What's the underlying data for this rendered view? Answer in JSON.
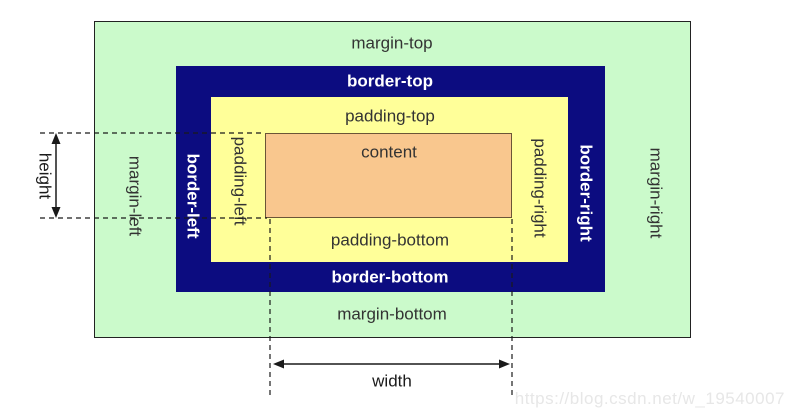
{
  "colors": {
    "margin_bg": "#cbfacb",
    "border_bg": "#0c0c80",
    "padding_bg": "#ffff99",
    "content_bg": "#f9c78e",
    "outline": "#222222",
    "content_outline": "#6b5537",
    "label_dark": "#333333",
    "label_light": "#ffffff",
    "measure": "#1a1a1a",
    "watermark": "#e7e7e7"
  },
  "diagram": {
    "margin": {
      "top_label": "margin-top",
      "bottom_label": "margin-bottom",
      "left_label": "margin-left",
      "right_label": "margin-right"
    },
    "border": {
      "top_label": "border-top",
      "bottom_label": "border-bottom",
      "left_label": "border-left",
      "right_label": "border-right"
    },
    "padding": {
      "top_label": "padding-top",
      "bottom_label": "padding-bottom",
      "left_label": "padding-left",
      "right_label": "padding-right"
    },
    "content": {
      "label": "content"
    }
  },
  "measurements": {
    "height_label": "height",
    "width_label": "width"
  },
  "watermark": "https://blog.csdn.net/w_19540007"
}
